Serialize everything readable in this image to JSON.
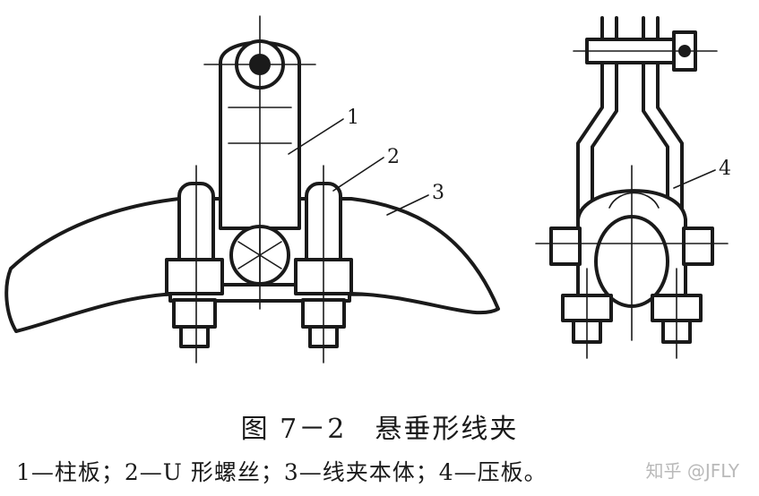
{
  "figure": {
    "labels": [
      "1",
      "2",
      "3",
      "4"
    ],
    "caption_title": "图 7－2　悬垂形线夹",
    "caption_legend": "1—柱板；2—U 形螺丝；3—线夹本体；4—压板。"
  },
  "watermark": "知乎 @JFLY"
}
